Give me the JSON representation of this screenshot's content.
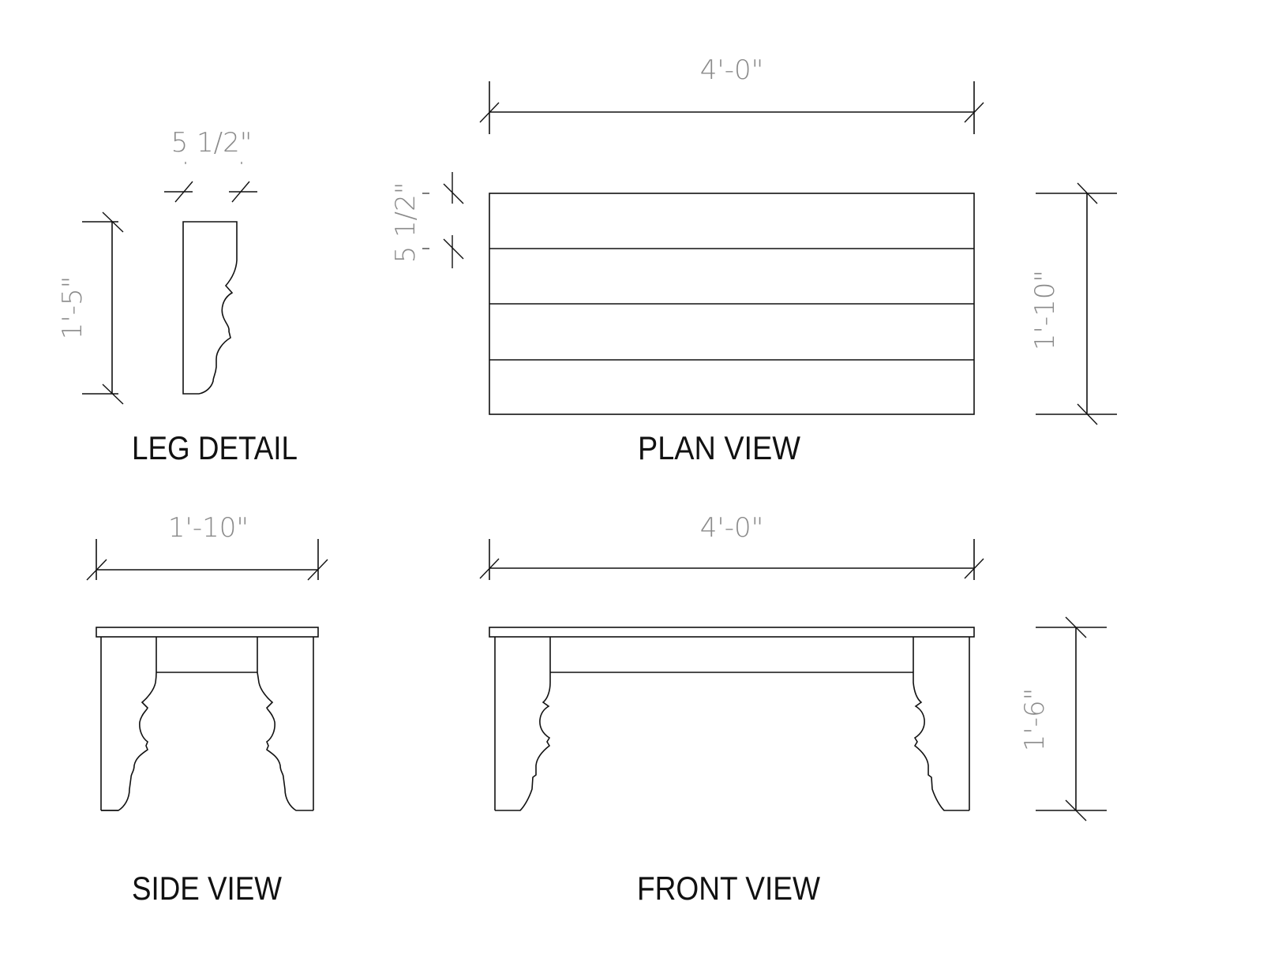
{
  "drawing": {
    "type": "shop-drawing",
    "subject": "bench",
    "line_color": "#111111",
    "dim_text_color": "#8a8a8a",
    "background": "#ffffff"
  },
  "views": {
    "leg_detail": {
      "title": "LEG DETAIL",
      "width_dim": "5 1/2\"",
      "height_dim": "1'-5\""
    },
    "plan_view": {
      "title": "PLAN VIEW",
      "length_dim": "4'-0\"",
      "depth_dim": "1'-10\"",
      "board_width_dim": "5 1/2\"",
      "board_count": 4
    },
    "side_view": {
      "title": "SIDE VIEW",
      "width_dim": "1'-10\""
    },
    "front_view": {
      "title": "FRONT VIEW",
      "length_dim": "4'-0\"",
      "height_dim": "1'-6\""
    }
  }
}
